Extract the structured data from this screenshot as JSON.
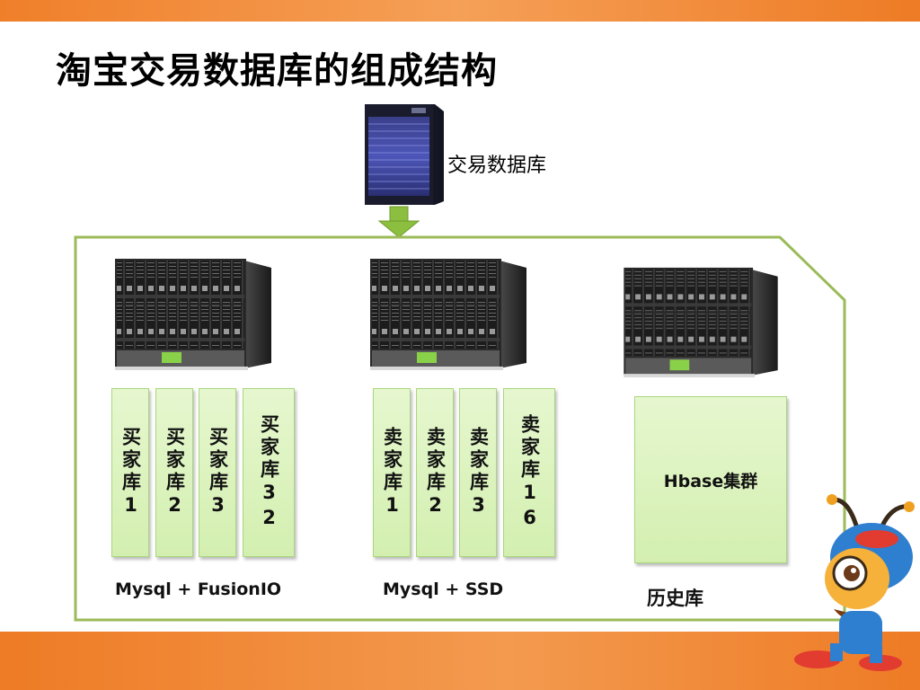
{
  "slide": {
    "title": "淘宝交易数据库的组成结构",
    "top_db_label": "交易数据库"
  },
  "buyer_cards": [
    {
      "label": "买家库1"
    },
    {
      "label": "买家库2"
    },
    {
      "label": "买家库3"
    },
    {
      "label": "买家库32"
    }
  ],
  "seller_cards": [
    {
      "label": "卖家库1"
    },
    {
      "label": "卖家库2"
    },
    {
      "label": "卖家库3"
    },
    {
      "label": "卖家库16"
    }
  ],
  "hbase": {
    "label": "Hbase集群"
  },
  "groups": {
    "buyer": "Mysql + FusionIO",
    "seller": "Mysql + SSD",
    "history": "历史库"
  },
  "colors": {
    "accent_orange": "#ee7b25",
    "frame_green": "#9bbb59",
    "arrow_green": "#8cbf3f",
    "card_green": "#d3efb0"
  },
  "icons": {
    "top_server": "tower-server-icon",
    "rack": "blade-rack-icon",
    "arrow": "down-arrow-icon",
    "mascot": "ant-mascot-icon"
  }
}
